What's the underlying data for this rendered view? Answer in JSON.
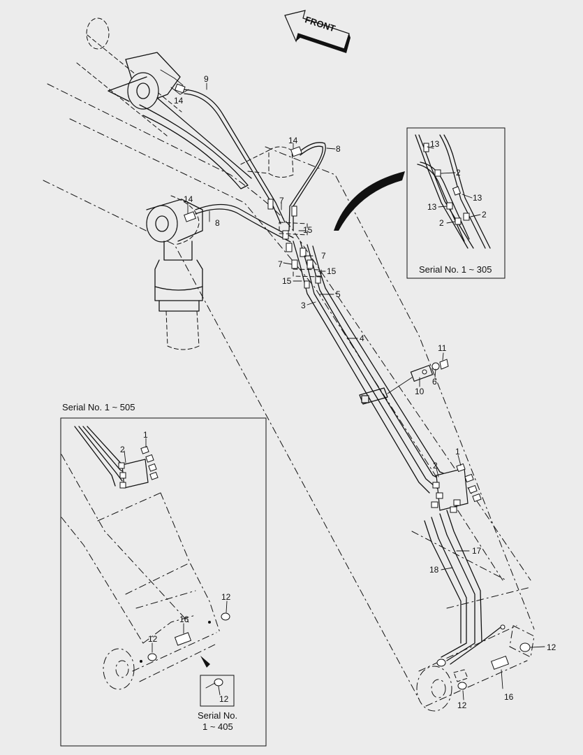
{
  "front_arrow_label": "FRONT",
  "inset_top_right": {
    "caption": "Serial No. 1 ~ 305",
    "labels": [
      "13",
      "2",
      "13",
      "13",
      "2",
      "2"
    ]
  },
  "inset_bottom_left": {
    "caption": "Serial No. 1 ~ 505",
    "labels": [
      "1",
      "2",
      "12",
      "16",
      "12"
    ]
  },
  "inset_small": {
    "label": "12",
    "caption_line1": "Serial No.",
    "caption_line2": "1 ~ 405"
  },
  "callouts": [
    "9",
    "14",
    "14",
    "8",
    "14",
    "8",
    "7",
    "15",
    "7",
    "7",
    "15",
    "15",
    "5",
    "3",
    "4",
    "11",
    "6",
    "10",
    "1",
    "2",
    "17",
    "18",
    "12",
    "16",
    "12"
  ]
}
